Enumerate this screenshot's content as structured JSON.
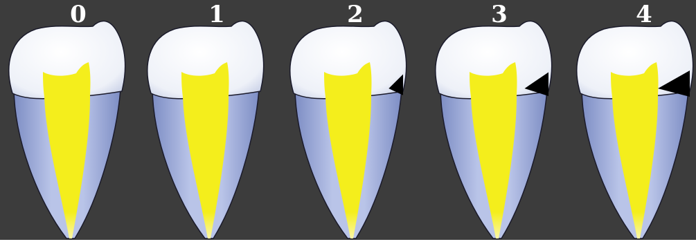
{
  "figure": {
    "stages": [
      {
        "label": "0",
        "lesion_depth": 0
      },
      {
        "label": "1",
        "lesion_depth": 0
      },
      {
        "label": "2",
        "lesion_depth": 0.45
      },
      {
        "label": "3",
        "lesion_depth": 0.75
      },
      {
        "label": "4",
        "lesion_depth": 1.0
      }
    ]
  },
  "colors": {
    "background": "#3c3c3c",
    "enamel": "#f4f6fb",
    "dentin": "#8f9fd0",
    "pulp": "#f4ee1c",
    "lesion": "#000000"
  }
}
